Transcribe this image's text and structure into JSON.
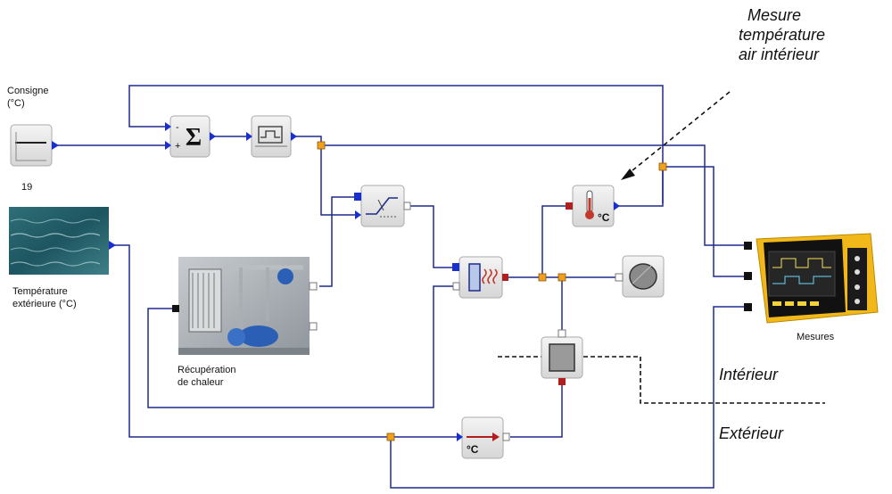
{
  "labels": {
    "consigne_line1": "Consigne",
    "consigne_line2": "(°C)",
    "consigne_value": "19",
    "temp_ext_line1": "Température",
    "temp_ext_line2": "extérieure (°C)",
    "recup_line1": "Récupération",
    "recup_line2": "de chaleur",
    "mesures": "Mesures",
    "mesure_line1": "Mesure",
    "mesure_line2": "température",
    "mesure_line3": "air intérieur",
    "interieur": "Intérieur",
    "exterieur": "Extérieur"
  },
  "blocks": {
    "sum_symbol": "Σ",
    "sum_minus": "-",
    "sum_plus": "+",
    "temp_sensor_unit": "°C",
    "temp_source_unit": "°C"
  },
  "colors": {
    "wire": "#1f2a8a",
    "port_blue": "#1a2fd0",
    "port_orange": "#f0a020",
    "port_red": "#b01e1e",
    "block_fill": "#e6e6e6"
  }
}
